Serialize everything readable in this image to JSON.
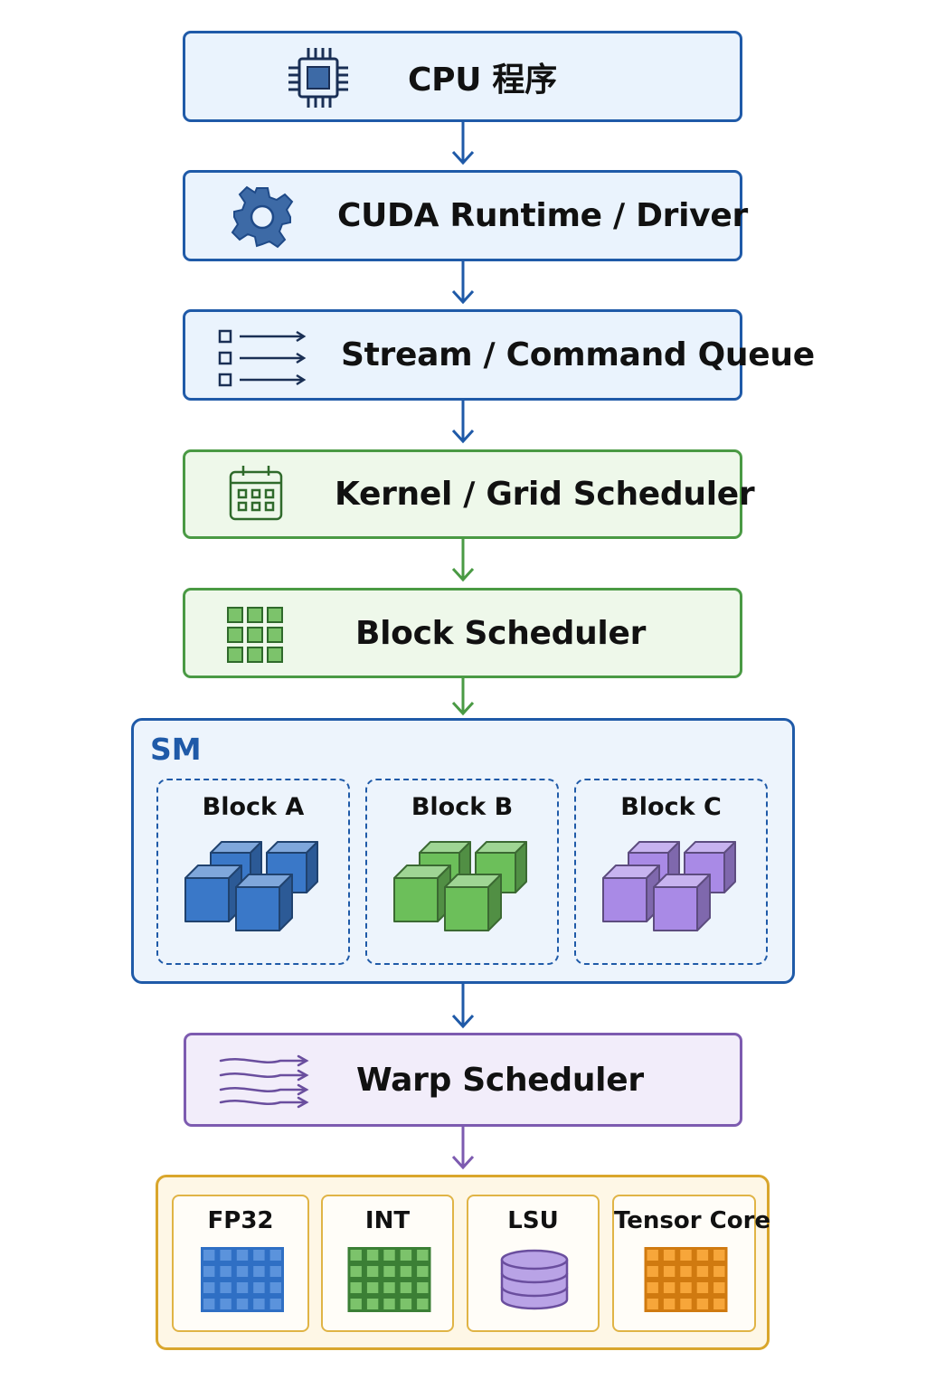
{
  "stages": [
    {
      "label": "CPU 程序",
      "icon": "cpu-chip-icon",
      "color": "#1f5aa8"
    },
    {
      "label": "CUDA Runtime / Driver",
      "icon": "gear-icon",
      "color": "#1f5aa8"
    },
    {
      "label": "Stream / Command Queue",
      "icon": "queue-list-icon",
      "color": "#1f5aa8"
    },
    {
      "label": "Kernel / Grid Scheduler",
      "icon": "calendar-grid-icon",
      "color": "#4a9a44"
    },
    {
      "label": "Block Scheduler",
      "icon": "block-grid-icon",
      "color": "#4a9a44"
    },
    {
      "label": "Warp Scheduler",
      "icon": "warp-flow-icon",
      "color": "#7d5bb0"
    }
  ],
  "sm": {
    "title": "SM",
    "blocks": [
      {
        "label": "Block A",
        "icon": "cubes-icon",
        "color": "#3a78c8"
      },
      {
        "label": "Block B",
        "icon": "cubes-icon",
        "color": "#6cbf5a"
      },
      {
        "label": "Block C",
        "icon": "cubes-icon",
        "color": "#a98ae6"
      }
    ]
  },
  "units": [
    {
      "label": "FP32",
      "icon": "grid-icon",
      "color": "#2f6fc4"
    },
    {
      "label": "INT",
      "icon": "grid-icon",
      "color": "#4a9a44"
    },
    {
      "label": "LSU",
      "icon": "database-icon",
      "color": "#9a7fd0"
    },
    {
      "label": "Tensor Core",
      "icon": "grid-icon",
      "color": "#f0a020"
    }
  ],
  "colors": {
    "blue": "#1f5aa8",
    "green": "#4a9a44",
    "purple": "#7d5bb0",
    "gold": "#d9a62c"
  }
}
